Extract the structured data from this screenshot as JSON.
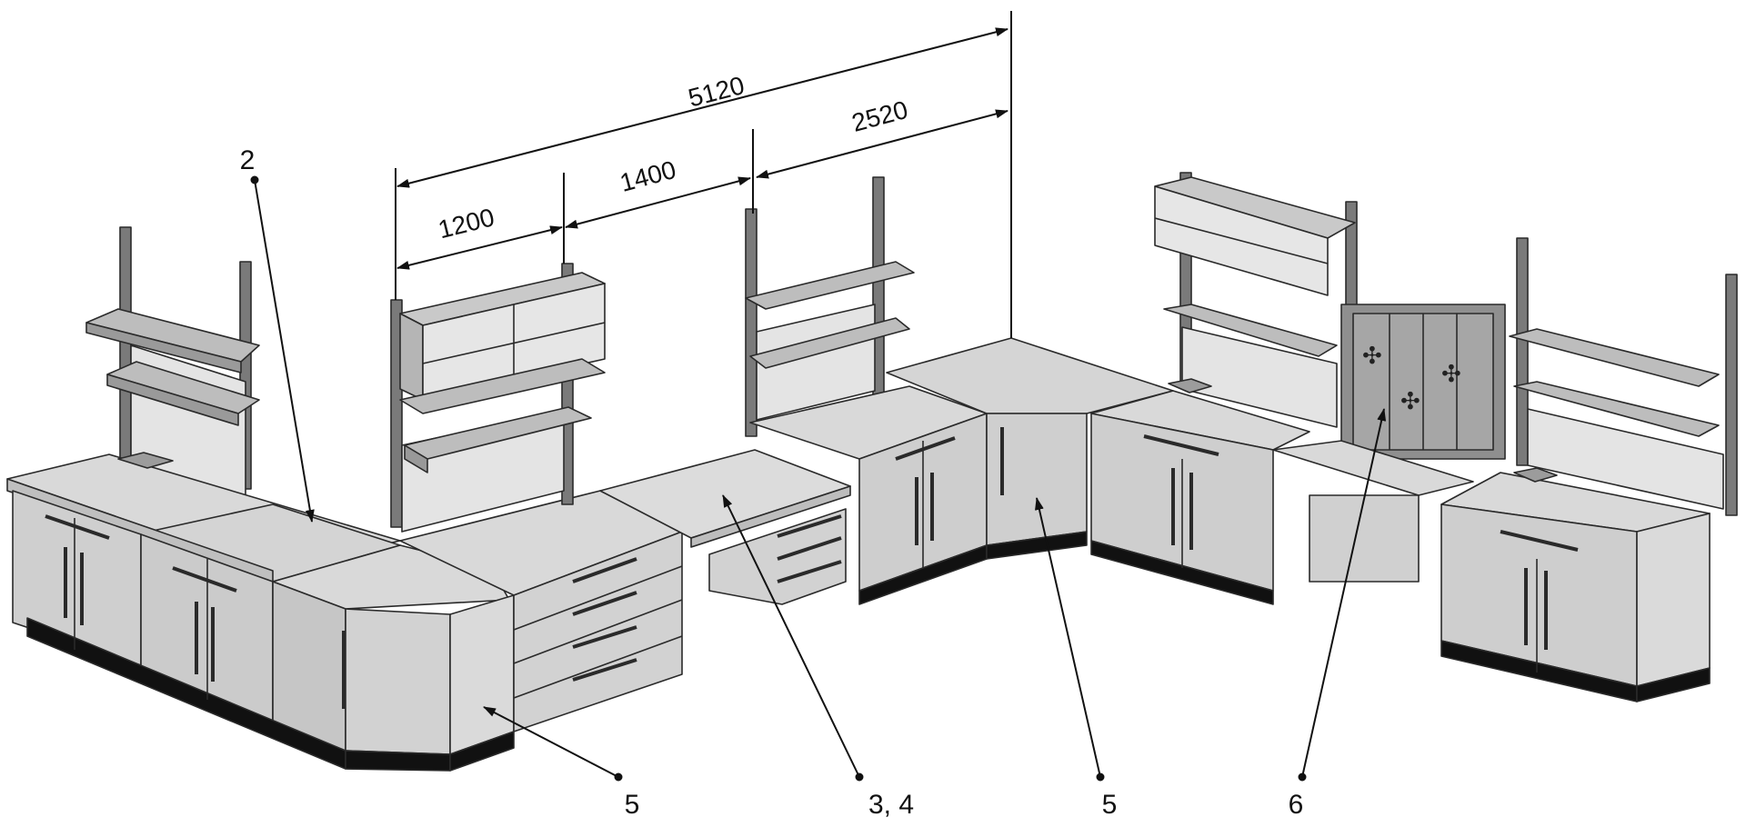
{
  "dimensions": {
    "total": "5120",
    "first": "1200",
    "second": "1400",
    "third": "2520"
  },
  "callouts": {
    "c2": "2",
    "c5_left": "5",
    "c34": "3, 4",
    "c5_right": "5",
    "c6": "6"
  },
  "colors": {
    "line": "#2a2a2a",
    "top_surface": "#d9d9d9",
    "front_panel": "#cfcfcf",
    "plinth": "#111111",
    "post": "#7a7a7a",
    "shelf": "#bdbdbd"
  }
}
